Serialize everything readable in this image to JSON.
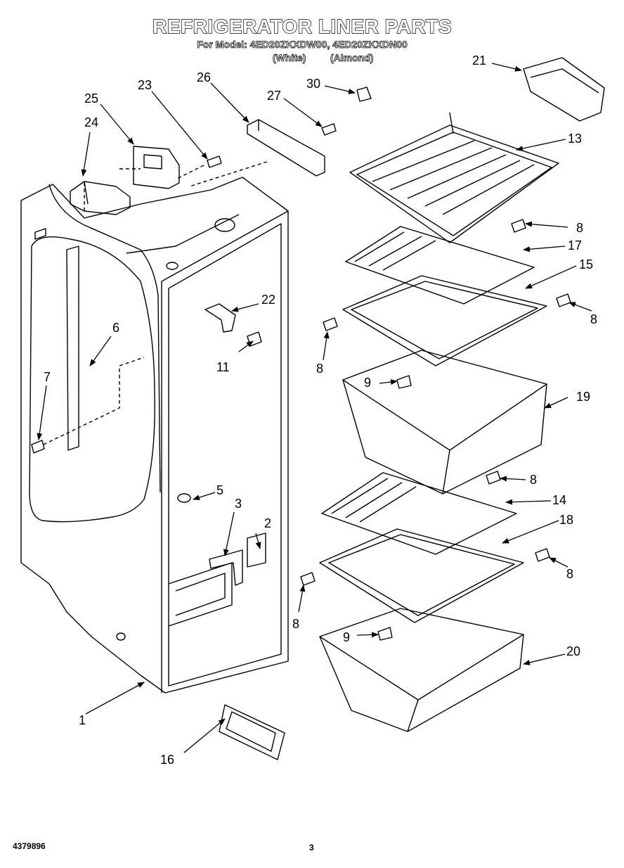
{
  "header": {
    "title": "REFRIGERATOR LINER PARTS",
    "model_line": "For Model: 4ED20ZKXDW00, 4ED20ZKXDN00",
    "color_white": "(White)",
    "color_almond": "(Almond)"
  },
  "footer": {
    "doc_number": "4379896",
    "page_number": "3"
  },
  "callouts": {
    "c1": "1",
    "c2": "2",
    "c3": "3",
    "c5": "5",
    "c6": "6",
    "c7": "7",
    "c8a": "8",
    "c8b": "8",
    "c8c": "8",
    "c8d": "8",
    "c8e": "8",
    "c8f": "8",
    "c9a": "9",
    "c9b": "9",
    "c11": "11",
    "c13": "13",
    "c14": "14",
    "c15": "15",
    "c16": "16",
    "c17": "17",
    "c18": "18",
    "c19": "19",
    "c20": "20",
    "c21": "21",
    "c22": "22",
    "c23": "23",
    "c24": "24",
    "c25": "25",
    "c26": "26",
    "c27": "27",
    "c30": "30"
  }
}
